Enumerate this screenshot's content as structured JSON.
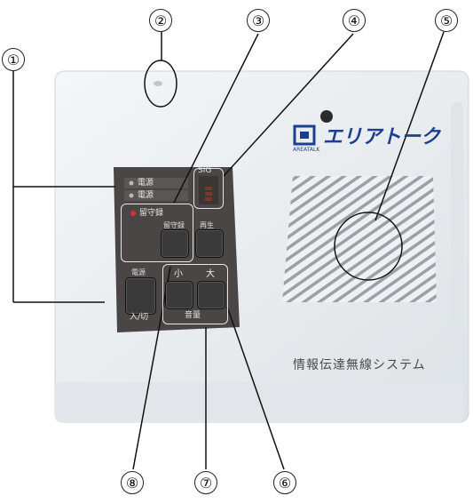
{
  "device": {
    "brand": "エリアトーク",
    "brand_logo_text": "AREATALK",
    "system_name": "情報伝達無線システム",
    "panel": {
      "lamp_power": "電源",
      "lamp_unknown": "電源",
      "sig_label": "SIG",
      "absence_lamp_label": "留守録",
      "absence_button": "留守録",
      "playback_button": "再生",
      "power_button": "電源",
      "power_switch": "入/切",
      "vol_small": "小",
      "vol_large": "大",
      "volume_label": "音量"
    }
  },
  "callouts": [
    {
      "id": "1",
      "label": "①"
    },
    {
      "id": "2",
      "label": "②"
    },
    {
      "id": "3",
      "label": "③"
    },
    {
      "id": "4",
      "label": "④"
    },
    {
      "id": "5",
      "label": "⑤"
    },
    {
      "id": "6",
      "label": "⑥"
    },
    {
      "id": "7",
      "label": "⑦"
    },
    {
      "id": "8",
      "label": "⑧"
    }
  ],
  "colors": {
    "device_body": "#e9edf0",
    "panel": "#4a4646",
    "brand": "#1c3f8f",
    "led": "#d9322b"
  }
}
